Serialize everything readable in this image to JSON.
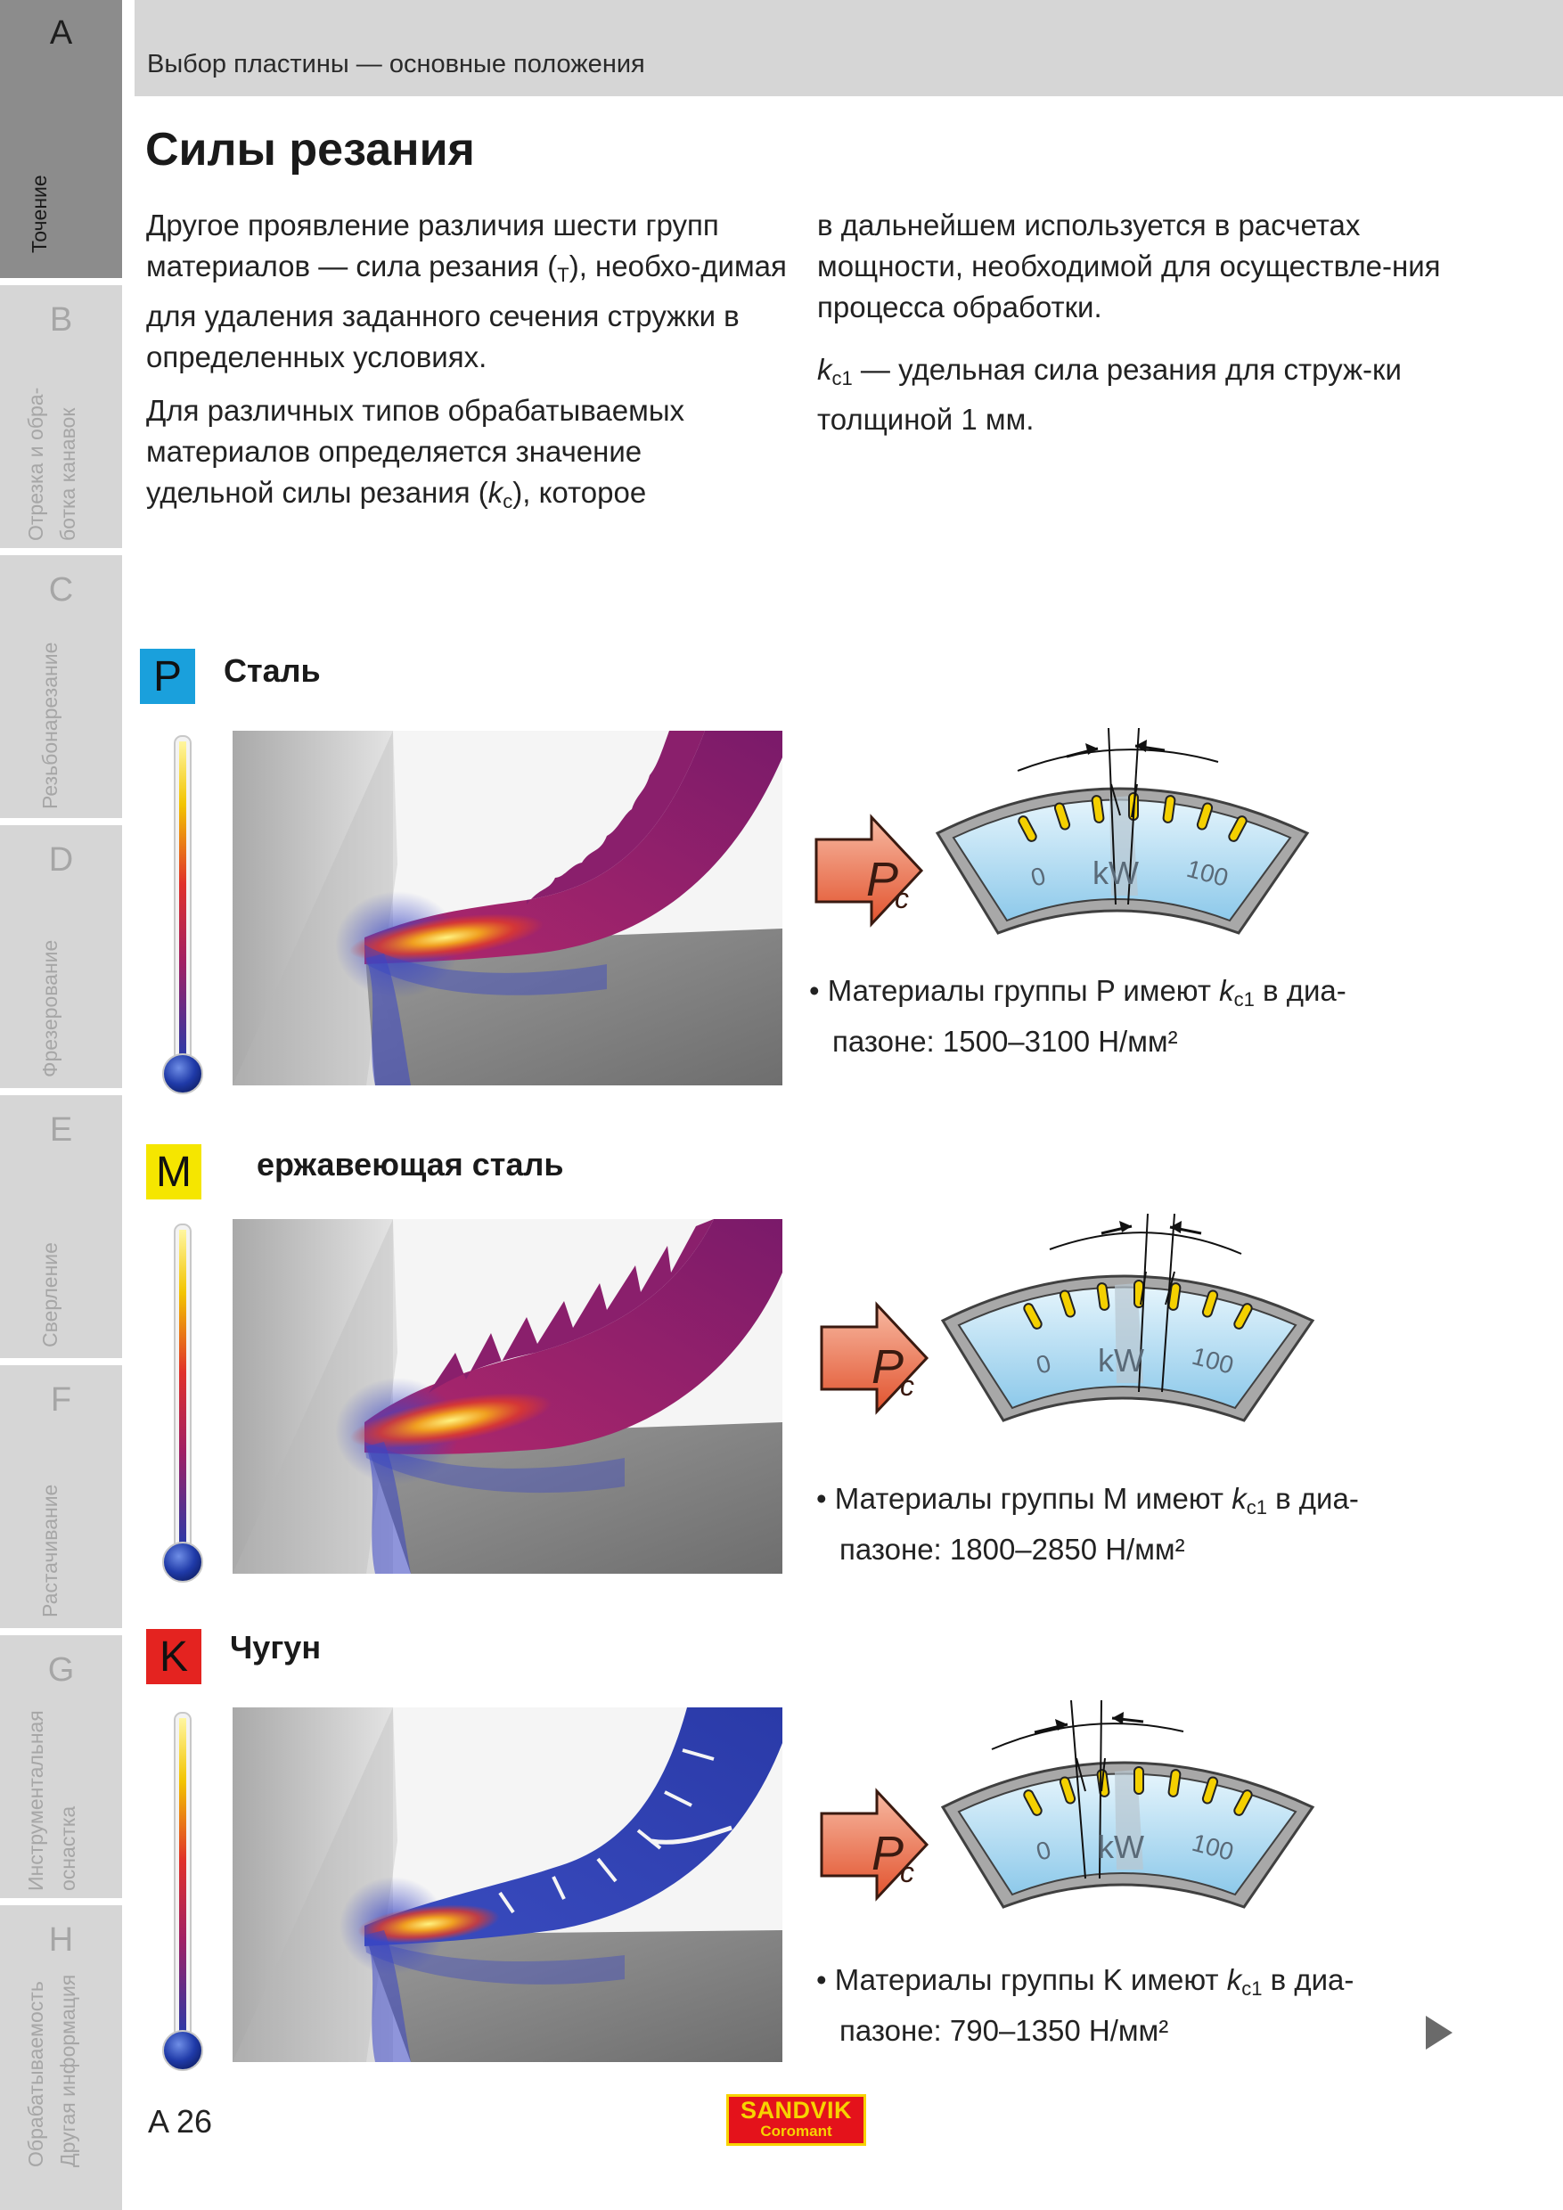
{
  "sidebar": {
    "tabs": [
      {
        "letter": "A",
        "label": "Точение",
        "label2": ""
      },
      {
        "letter": "B",
        "label": "Отрезка и обра-",
        "label2": "ботка канавок"
      },
      {
        "letter": "C",
        "label": "Резьбонарезание",
        "label2": ""
      },
      {
        "letter": "D",
        "label": "Фрезерование",
        "label2": ""
      },
      {
        "letter": "E",
        "label": "Сверление",
        "label2": ""
      },
      {
        "letter": "F",
        "label": "Растачивание",
        "label2": ""
      },
      {
        "letter": "G",
        "label": "Инструментальная",
        "label2": "оснастка"
      },
      {
        "letter": "H",
        "label": "Обрабатываемость",
        "label2": "Другая информация"
      }
    ]
  },
  "header": {
    "title": "Выбор пластины — основные положения"
  },
  "section": {
    "title": "Силы резания"
  },
  "intro": {
    "col1_p1_a": "Другое проявление различия шести групп материалов — сила резания (",
    "col1_p1_sub": "T",
    "col1_p1_b": "), необхо-димая для удаления заданного сечения стружки в определенных условиях.",
    "col1_p2_a": "Для различных типов обрабатываемых материалов определяется значение удельной силы резания (",
    "col1_p2_k": "k",
    "col1_p2_sub": "c",
    "col1_p2_b": "), которое",
    "col2_p1": "в дальнейшем используется в расчетах мощности, необходимой для осуществле-ния процесса обработки.",
    "col2_p2_k": "k",
    "col2_p2_sub": "c1",
    "col2_p2_b": " — удельная сила резания для струж-ки толщиной 1 мм."
  },
  "materials": [
    {
      "code": "P",
      "title": "Сталь",
      "color": "#1aa0dc",
      "text_a": "Материалы группы P имеют ",
      "k": "k",
      "sub": "c1",
      "text_b": " в диа-",
      "text_c": "пазоне: 1500–3100 Н/мм²"
    },
    {
      "code": "M",
      "title": "ержавеющая сталь",
      "color": "#f5e600",
      "text_a": "Материалы группы M имеют ",
      "k": "k",
      "sub": "c1",
      "text_b": " в диа-",
      "text_c": "пазоне: 1800–2850 Н/мм²"
    },
    {
      "code": "K",
      "title": "Чугун",
      "color": "#e42320",
      "text_a": "Материалы группы K имеют ",
      "k": "k",
      "sub": "c1",
      "text_b": " в диа-",
      "text_c": "пазоне: 790–1350 Н/мм²"
    }
  ],
  "gauge": {
    "min_label": "0",
    "unit_label": "kW",
    "max_label": "100",
    "force_label": "P",
    "force_sub": "c"
  },
  "footer": {
    "page": "A 26",
    "logo_line1": "SANDVIK",
    "logo_line2": "Coromant"
  }
}
